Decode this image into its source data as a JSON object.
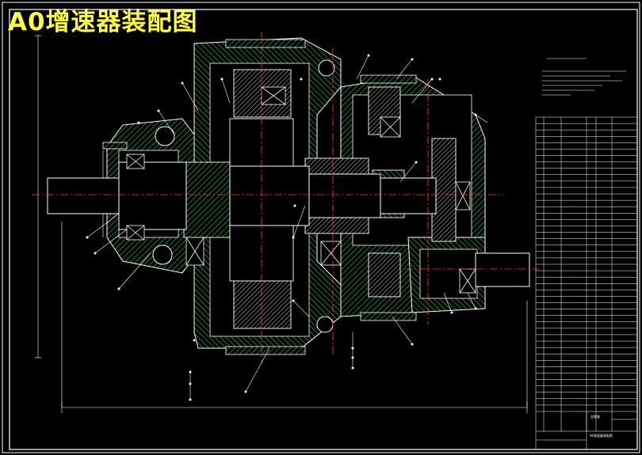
{
  "title": "A0增速器装配图",
  "colors": {
    "background": "#000000",
    "frame": "#ffffff",
    "outline": "#ffffff",
    "hatch": "#2ecc40",
    "center_line": "#ff3b3b",
    "title_text": "#ffff33"
  },
  "drawing": {
    "parts_list_rows": 46,
    "leader_balloons": 28
  },
  "parts_list": {
    "total_label": "总数量",
    "footer": "A0增速器装配图"
  }
}
